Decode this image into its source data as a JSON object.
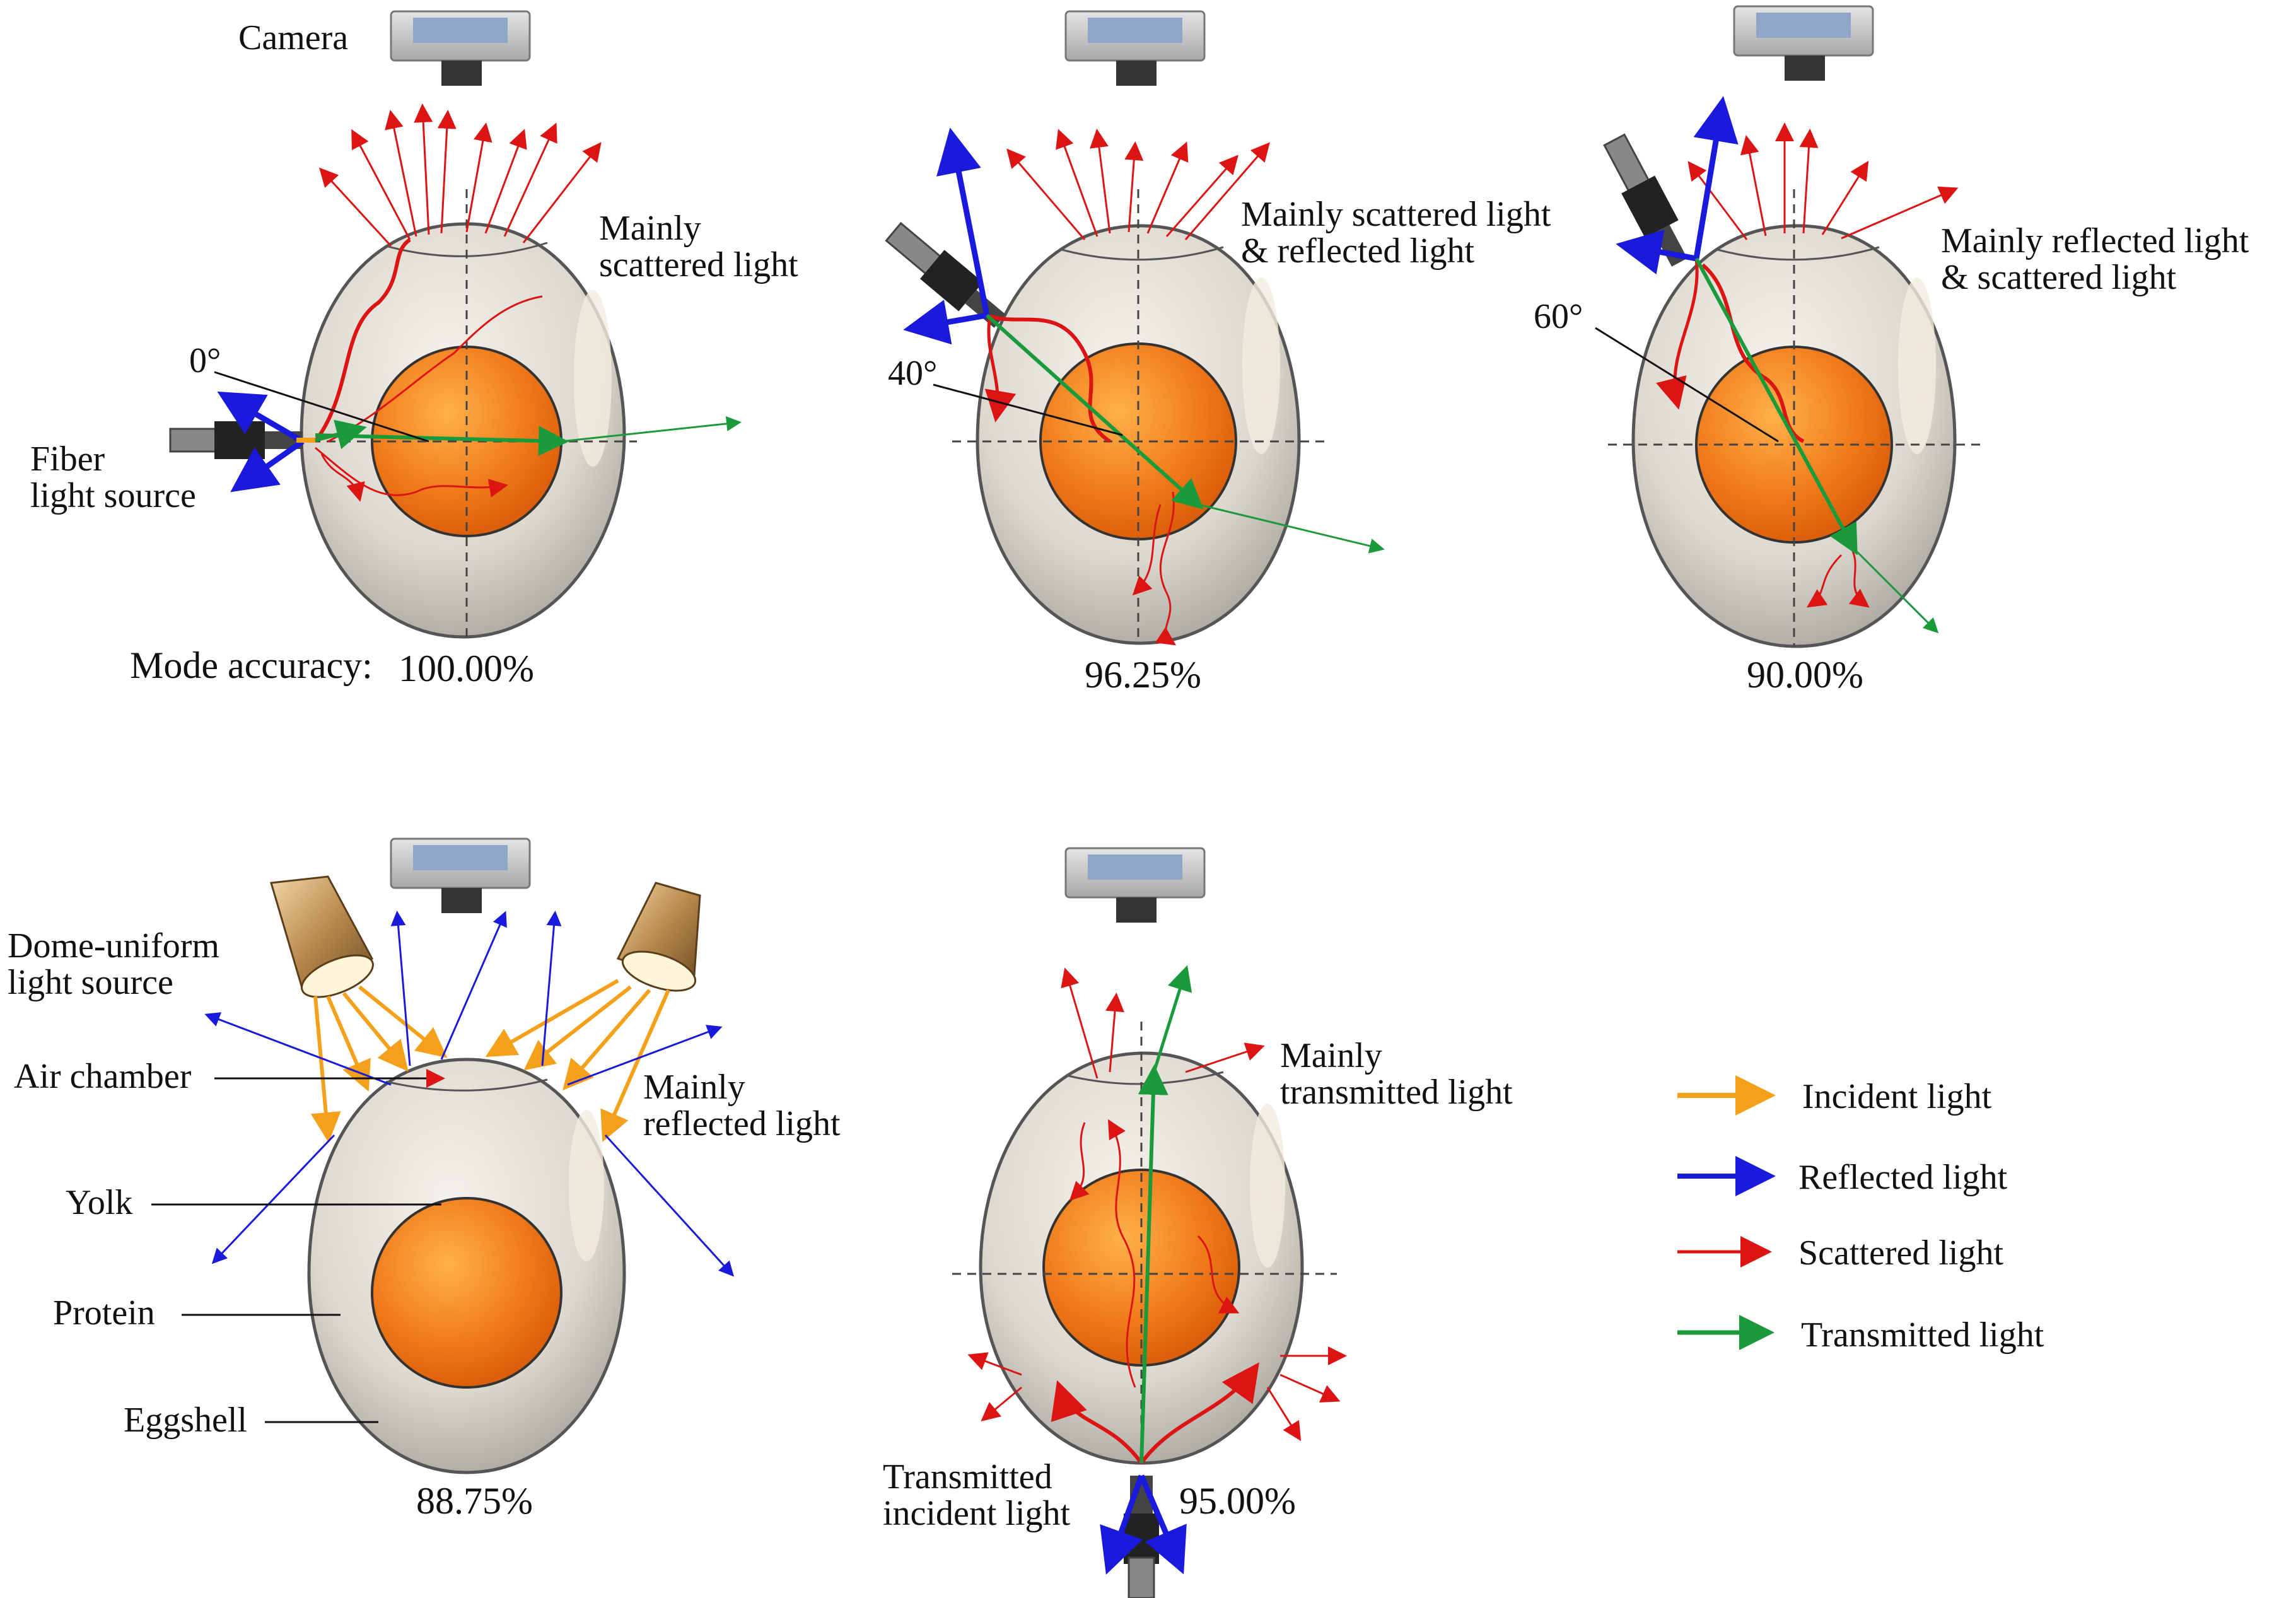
{
  "colors": {
    "incident": "#f5a01a",
    "reflected": "#1a1adc",
    "scattered": "#dc1414",
    "transmitted": "#1a9a3a",
    "yolk": "#f07a1a",
    "shell_edge": "#555555"
  },
  "panels": [
    {
      "camera_label": "Camera",
      "accuracy_prefix": "Mode accuracy:",
      "accuracy": "100.00%",
      "angle": "0°",
      "note_line1": "Mainly",
      "note_line2": "scattered light",
      "source_line1": "Fiber",
      "source_line2": "light source"
    },
    {
      "accuracy": "96.25%",
      "angle": "40°",
      "note_line1": "Mainly scattered light",
      "note_line2": "& reflected light"
    },
    {
      "accuracy": "90.00%",
      "angle": "60°",
      "note_line1": "Mainly reflected light",
      "note_line2": "& scattered light"
    },
    {
      "accuracy": "88.75%",
      "source_line1": "Dome-uniform",
      "source_line2": "light source",
      "note_line1": "Mainly",
      "note_line2": "reflected light",
      "part_air": "Air chamber",
      "part_yolk": "Yolk",
      "part_protein": "Protein",
      "part_shell": "Eggshell"
    },
    {
      "accuracy": "95.00%",
      "note_line1": "Mainly",
      "note_line2": "transmitted light",
      "source_line1": "Transmitted",
      "source_line2": "incident light"
    }
  ],
  "legend": [
    {
      "label": "Incident light",
      "color_key": "incident"
    },
    {
      "label": "Reflected light",
      "color_key": "reflected"
    },
    {
      "label": "Scattered light",
      "color_key": "scattered"
    },
    {
      "label": "Transmitted light",
      "color_key": "transmitted"
    }
  ]
}
